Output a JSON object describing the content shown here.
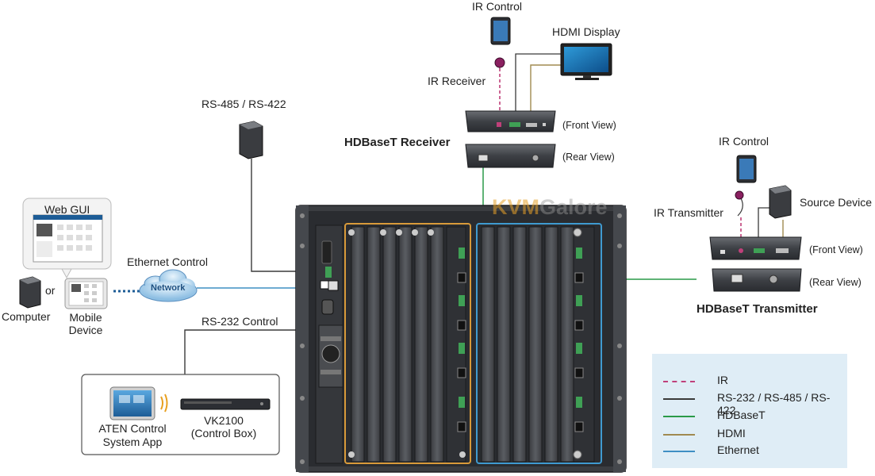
{
  "labels": {
    "ir_control_top": "IR Control",
    "hdmi_display": "HDMI Display",
    "ir_receiver": "IR Receiver",
    "front_view_rx": "(Front View)",
    "rear_view_rx": "(Rear View)",
    "hdbaset_receiver": "HDBaseT Receiver",
    "rs485": "RS-485 / RS-422",
    "ir_control_right": "IR Control",
    "ir_transmitter": "IR Transmitter",
    "source_device": "Source Device",
    "front_view_tx": "(Front View)",
    "rear_view_tx": "(Rear View)",
    "hdbaset_transmitter": "HDBaseT Transmitter",
    "web_gui": "Web GUI",
    "ethernet_control": "Ethernet Control",
    "network": "Network",
    "or": "or",
    "computer": "Computer",
    "mobile_device_1": "Mobile",
    "mobile_device_2": "Device",
    "rs232_control": "RS-232 Control",
    "aten_app_1": "ATEN Control",
    "aten_app_2": "System App",
    "vk2100": "VK2100",
    "control_box": "(Control Box)",
    "watermark_a": "KVM",
    "watermark_b": "Galore"
  },
  "legend": [
    {
      "label": "IR",
      "color": "#c0407a",
      "style": "dashed"
    },
    {
      "label": "RS-232 / RS-485 / RS-422",
      "color": "#3a3a3a",
      "style": "solid"
    },
    {
      "label": "HDBaseT",
      "color": "#2a9a48",
      "style": "solid"
    },
    {
      "label": "HDMI",
      "color": "#a08a50",
      "style": "solid"
    },
    {
      "label": "Ethernet",
      "color": "#3f8fc4",
      "style": "solid"
    }
  ],
  "colors": {
    "ir": "#c0407a",
    "serial": "#3a3a3a",
    "hdbaset": "#2a9a48",
    "hdmi": "#a08a50",
    "ethernet": "#3f8fc4",
    "input_frame": "#d89a3a",
    "output_frame": "#3f9ad0",
    "legend_bg": "#dfedf6"
  }
}
